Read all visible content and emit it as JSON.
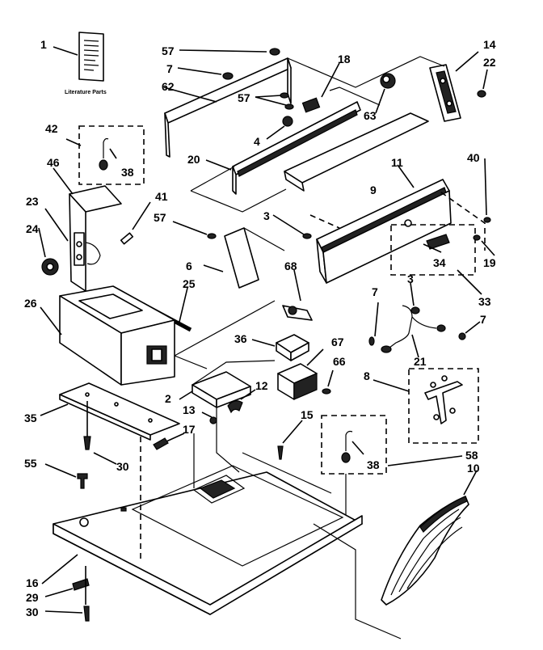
{
  "literature_caption": "Literature Parts",
  "labels": [
    {
      "id": "l1",
      "text": "1"
    },
    {
      "id": "l57a",
      "text": "57"
    },
    {
      "id": "l7a",
      "text": "7"
    },
    {
      "id": "l62",
      "text": "62"
    },
    {
      "id": "l18",
      "text": "18"
    },
    {
      "id": "l14",
      "text": "14"
    },
    {
      "id": "l22",
      "text": "22"
    },
    {
      "id": "l57b",
      "text": "57"
    },
    {
      "id": "l63",
      "text": "63"
    },
    {
      "id": "l4",
      "text": "4"
    },
    {
      "id": "l42",
      "text": "42"
    },
    {
      "id": "l38a",
      "text": "38"
    },
    {
      "id": "l46",
      "text": "46"
    },
    {
      "id": "l20",
      "text": "20"
    },
    {
      "id": "l9",
      "text": "9"
    },
    {
      "id": "l11",
      "text": "11"
    },
    {
      "id": "l40",
      "text": "40"
    },
    {
      "id": "l41",
      "text": "41"
    },
    {
      "id": "l23",
      "text": "23"
    },
    {
      "id": "l57c",
      "text": "57"
    },
    {
      "id": "l3a",
      "text": "3"
    },
    {
      "id": "l24",
      "text": "24"
    },
    {
      "id": "l19",
      "text": "19"
    },
    {
      "id": "l6",
      "text": "6"
    },
    {
      "id": "l68",
      "text": "68"
    },
    {
      "id": "l34",
      "text": "34"
    },
    {
      "id": "l25",
      "text": "25"
    },
    {
      "id": "l33",
      "text": "33"
    },
    {
      "id": "l7b",
      "text": "7"
    },
    {
      "id": "l3b",
      "text": "3"
    },
    {
      "id": "l26",
      "text": "26"
    },
    {
      "id": "l7c",
      "text": "7"
    },
    {
      "id": "l36",
      "text": "36"
    },
    {
      "id": "l67",
      "text": "67"
    },
    {
      "id": "l21",
      "text": "21"
    },
    {
      "id": "l66",
      "text": "66"
    },
    {
      "id": "l8",
      "text": "8"
    },
    {
      "id": "l2",
      "text": "2"
    },
    {
      "id": "l12",
      "text": "12"
    },
    {
      "id": "l13",
      "text": "13"
    },
    {
      "id": "l35",
      "text": "35"
    },
    {
      "id": "l15",
      "text": "15"
    },
    {
      "id": "l17",
      "text": "17"
    },
    {
      "id": "l30a",
      "text": "30"
    },
    {
      "id": "l38b",
      "text": "38"
    },
    {
      "id": "l58",
      "text": "58"
    },
    {
      "id": "l55",
      "text": "55"
    },
    {
      "id": "l10",
      "text": "10"
    },
    {
      "id": "l16",
      "text": "16"
    },
    {
      "id": "l29",
      "text": "29"
    },
    {
      "id": "l30b",
      "text": "30"
    }
  ]
}
